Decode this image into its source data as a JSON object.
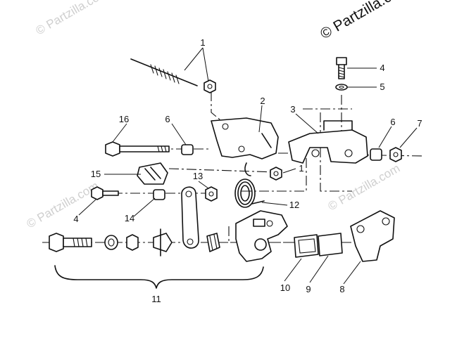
{
  "watermark": {
    "main_text": "© Partzilla.com",
    "faint_text": "© Partzilla.com"
  },
  "callouts": [
    {
      "id": "c1a",
      "label": "1"
    },
    {
      "id": "c1b",
      "label": "1"
    },
    {
      "id": "c2",
      "label": "2"
    },
    {
      "id": "c3",
      "label": "3"
    },
    {
      "id": "c4a",
      "label": "4"
    },
    {
      "id": "c4b",
      "label": "4"
    },
    {
      "id": "c5",
      "label": "5"
    },
    {
      "id": "c6a",
      "label": "6"
    },
    {
      "id": "c6b",
      "label": "6"
    },
    {
      "id": "c7",
      "label": "7"
    },
    {
      "id": "c8",
      "label": "8"
    },
    {
      "id": "c9",
      "label": "9"
    },
    {
      "id": "c10",
      "label": "10"
    },
    {
      "id": "c11",
      "label": "11"
    },
    {
      "id": "c12",
      "label": "12"
    },
    {
      "id": "c13",
      "label": "13"
    },
    {
      "id": "c14",
      "label": "14"
    },
    {
      "id": "c15",
      "label": "15"
    },
    {
      "id": "c16",
      "label": "16"
    }
  ]
}
